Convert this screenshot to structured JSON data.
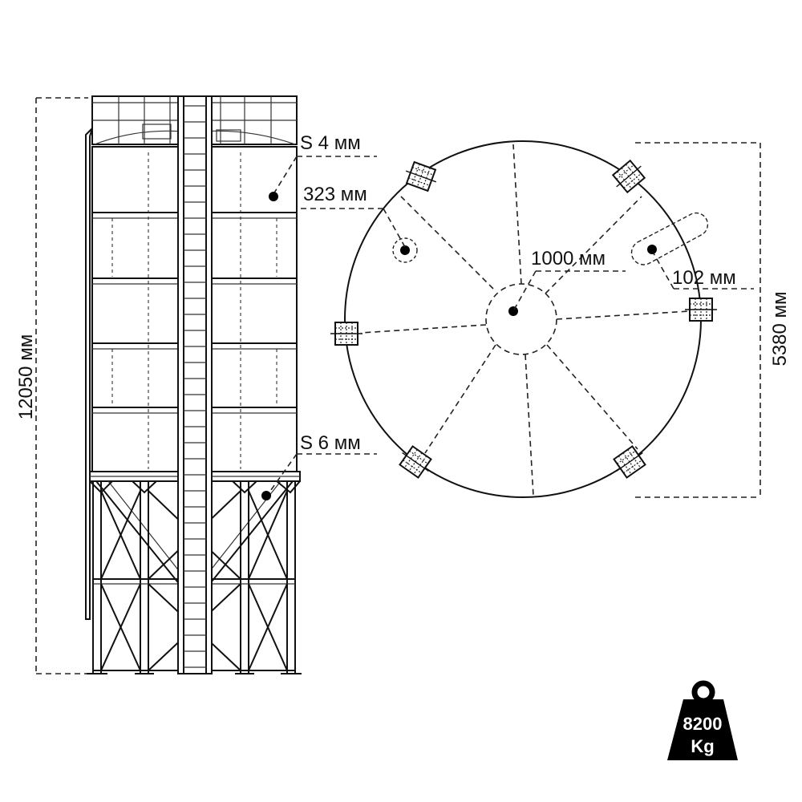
{
  "dimensions": {
    "height": "12050 мм",
    "wall_top": "S 4 мм",
    "wall_bottom": "S 6 мм",
    "offset": "323 мм",
    "center_opening": "1000 мм",
    "pipe": "102 мм",
    "diameter": "5380 мм"
  },
  "weight": {
    "value": "8200",
    "unit": "Kg"
  }
}
